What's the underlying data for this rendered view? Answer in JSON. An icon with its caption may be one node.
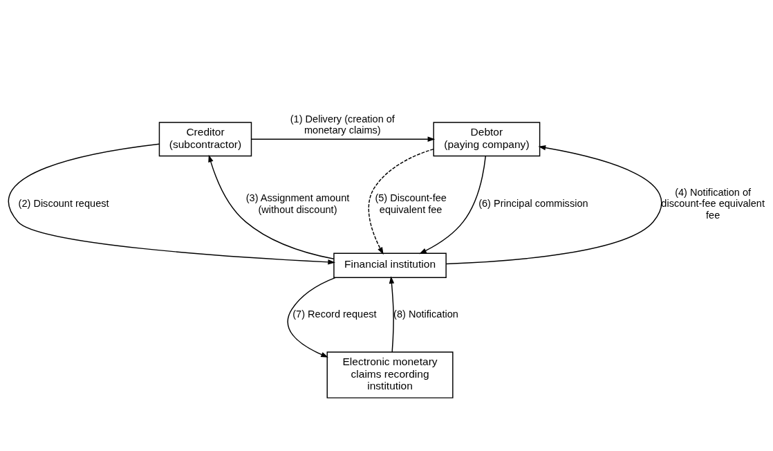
{
  "diagram": {
    "nodes": [
      {
        "text": [
          "Debtor",
          "(paying company)"
        ]
      },
      {
        "text": [
          "Creditor",
          "(subcontractor)"
        ]
      },
      {
        "text": [
          "Financial institution"
        ]
      },
      {
        "text": [
          "Electronic monetary claims recording institution"
        ]
      }
    ],
    "edges": [
      {
        "from": 1,
        "to": 0,
        "arrow": "to",
        "label": "(1) Delivery (creation of monetary claims)"
      },
      {
        "from": 1,
        "to": 2,
        "arrow": "to",
        "label": "(2) Discount request"
      },
      {
        "from": 2,
        "to": 1,
        "arrow": "to",
        "label": "(3) Assignment amount (without discount)"
      },
      {
        "from": 2,
        "to": 0,
        "arrow": "to",
        "label": "(4) Notification of discount-fee equivalent fee"
      },
      {
        "from": 0,
        "to": 2,
        "arrow": "to",
        "style": "dashed",
        "label": "(5) Discount-fee equivalent fee"
      },
      {
        "from": 0,
        "to": 2,
        "arrow": "to",
        "label": "(6) Principal commission"
      },
      {
        "from": 2,
        "to": 3,
        "arrow": "to",
        "label": "(7) Record request"
      },
      {
        "from": 3,
        "to": 2,
        "arrow": "to",
        "label": "(8) Notification"
      }
    ]
  }
}
